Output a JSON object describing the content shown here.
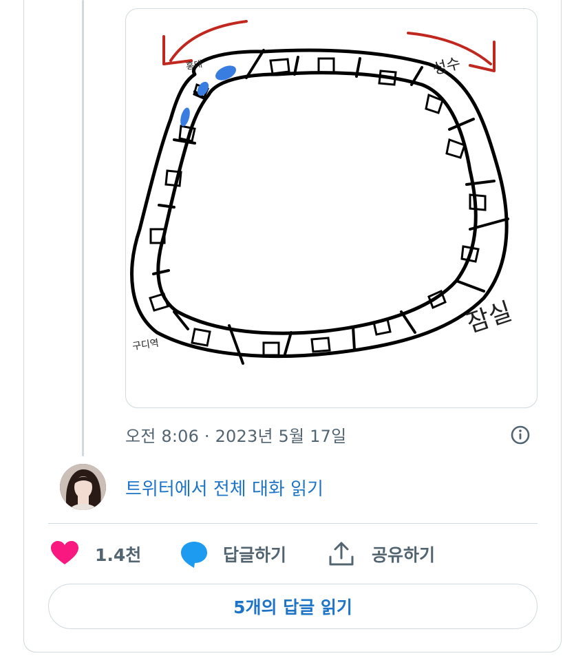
{
  "tweet": {
    "timestamp": "오전 8:06 · 2023년 5월 17일",
    "read_thread_label": "트위터에서 전체 대화 읽기"
  },
  "drawing": {
    "labels": [
      "홍대",
      "성수",
      "잠실",
      "구디역"
    ]
  },
  "actions": {
    "like_count": "1.4천",
    "reply_label": "답글하기",
    "share_label": "공유하기"
  },
  "replies_button_label": "5개의 답글 읽기",
  "icons": {
    "like": "heart-icon",
    "reply": "speech-bubble-icon",
    "share": "share-icon",
    "info": "info-icon"
  },
  "colors": {
    "like": "#f91880",
    "reply": "#1d9bf0",
    "link": "#1d74c7",
    "muted": "#536471",
    "arrow_red": "#c0271f",
    "marker_blue": "#3a7de0"
  }
}
